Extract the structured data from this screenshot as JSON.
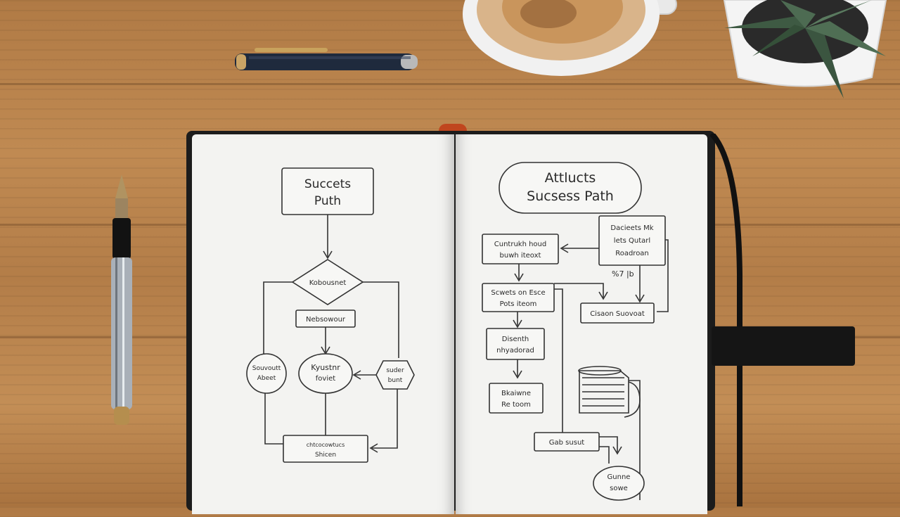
{
  "scene": "desk-with-notebook",
  "left_page": {
    "title_line1": "Succets",
    "title_line2": "Puth",
    "decision": "Kobousnet",
    "box_mid": "Nebsowour",
    "circle_left_1": "Souvoutt",
    "circle_left_2": "Abeet",
    "circle_center_1": "Kyustnr",
    "circle_center_2": "foviet",
    "hex_right_1": "suder",
    "hex_right_2": "bunt",
    "bottom_box_1": "chtcocowtucs",
    "bottom_box_2": "Shicen"
  },
  "right_page": {
    "title_line1": "Attlucts",
    "title_line2": "Sucsess Path",
    "box_left_1_line1": "Cuntrukh houd",
    "box_left_1_line2": "buwh iteoxt",
    "box_right_1_line1": "Dacieets Mk",
    "box_right_1_line2": "lets Qutarl",
    "box_right_1_line3": "Roadroan",
    "numbers": "%7 |b",
    "box_left_2_line1": "Scwets on Esce",
    "box_left_2_line2": "Pots iteom",
    "box_right_2": "Cisaon Suovoat",
    "box_left_3_line1": "Disenth",
    "box_left_3_line2": "nhyadorad",
    "box_left_4_line1": "Bkaiwne",
    "box_left_4_line2": "Re toom",
    "box_bottom": "Gab susut",
    "circle_bottom_1": "Gunne",
    "circle_bottom_2": "sowe"
  },
  "colors": {
    "wood": "#b8824b",
    "notebook_cover": "#1c1c1c",
    "paper": "#f3f3f1",
    "ink": "#333333",
    "bookmark": "#c0461e"
  }
}
